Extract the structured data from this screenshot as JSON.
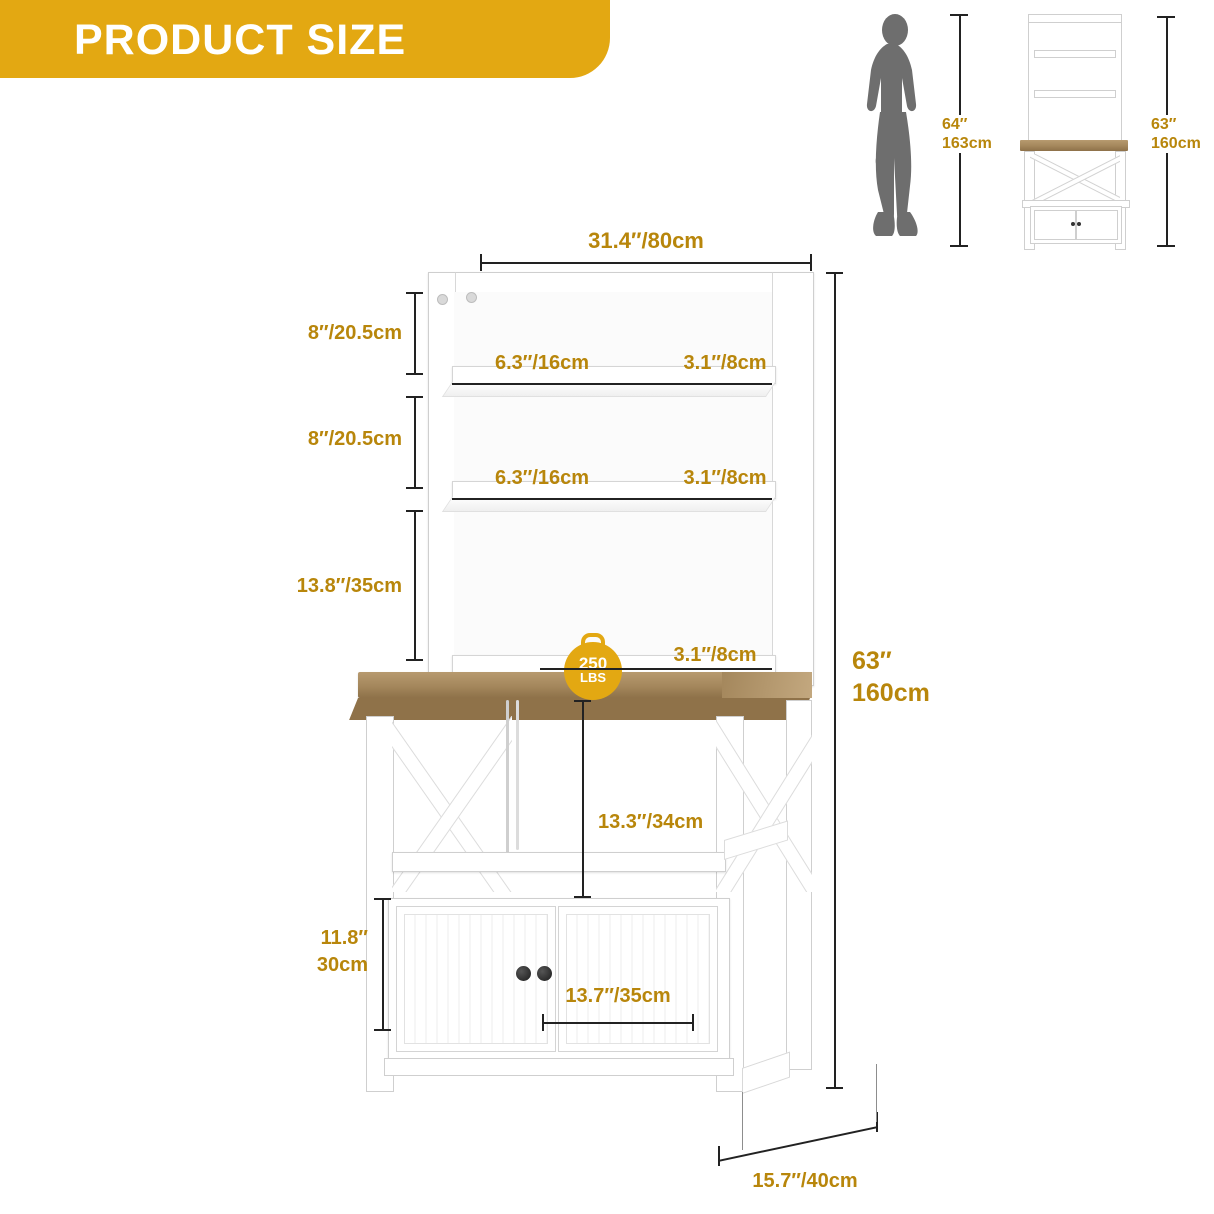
{
  "banner": {
    "title": "PRODUCT SIZE"
  },
  "scale_figures": {
    "person": {
      "label_in": "64″",
      "label_cm": "163cm",
      "alt": "woman-silhouette"
    },
    "product": {
      "label_in": "63″",
      "label_cm": "160cm",
      "alt": "shelf-product-thumbnail"
    }
  },
  "dimensions": {
    "overall_width": "31.4″/80cm",
    "overall_height_in": "63″",
    "overall_height_cm": "160cm",
    "depth": "15.7″/40cm",
    "shelf_gap_top": "8″/20.5cm",
    "shelf_gap_mid": "8″/20.5cm",
    "shelf_gap_lower": "13.8″/35cm",
    "shelf_depth_top": "6.3″/16cm",
    "shelf_depth_mid": "6.3″/16cm",
    "shelf_thickness_top": "3.1″/8cm",
    "shelf_thickness_mid": "3.1″/8cm",
    "shelf_thickness_bottom": "3.1″/8cm",
    "open_shelf_height": "13.3″/34cm",
    "cabinet_height_in": "11.8″",
    "cabinet_height_cm": "30cm",
    "cabinet_width": "13.7″/35cm"
  },
  "weight_badge": {
    "value": "250",
    "unit": "LBS",
    "icon": "weight-icon"
  }
}
